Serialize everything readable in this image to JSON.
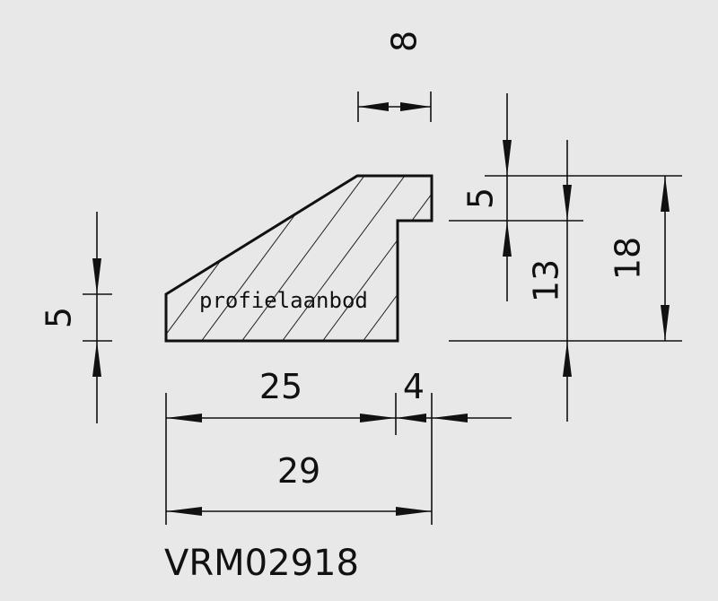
{
  "drawing": {
    "profile_code": "VRM02918",
    "watermark": "profielaanbod",
    "dimensions": {
      "top_width": "8",
      "left_height": "5",
      "step_height": "5",
      "lower_height": "13",
      "total_height": "18",
      "main_width": "25",
      "offset_width": "4",
      "total_width": "29"
    }
  }
}
